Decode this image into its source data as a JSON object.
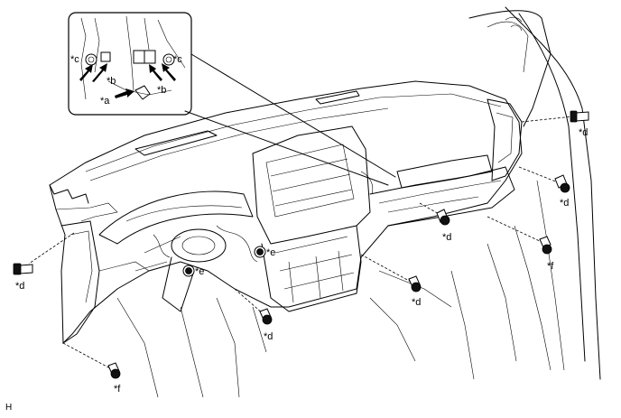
{
  "figure_code": "H",
  "inset_labels": {
    "c_left": "*c",
    "b_left": "*b",
    "a": "*a",
    "b_right": "*b",
    "c_right": "*c"
  },
  "bolt_labels": {
    "d_top_right": "*d",
    "d_right": "*d",
    "d_center": "*d",
    "d_left": "*d",
    "d_lower_center": "*d",
    "d_bottom": "*d",
    "e_left": "*e",
    "e_center": "*e",
    "f_right": "*f",
    "f_bottom_left": "*f"
  }
}
